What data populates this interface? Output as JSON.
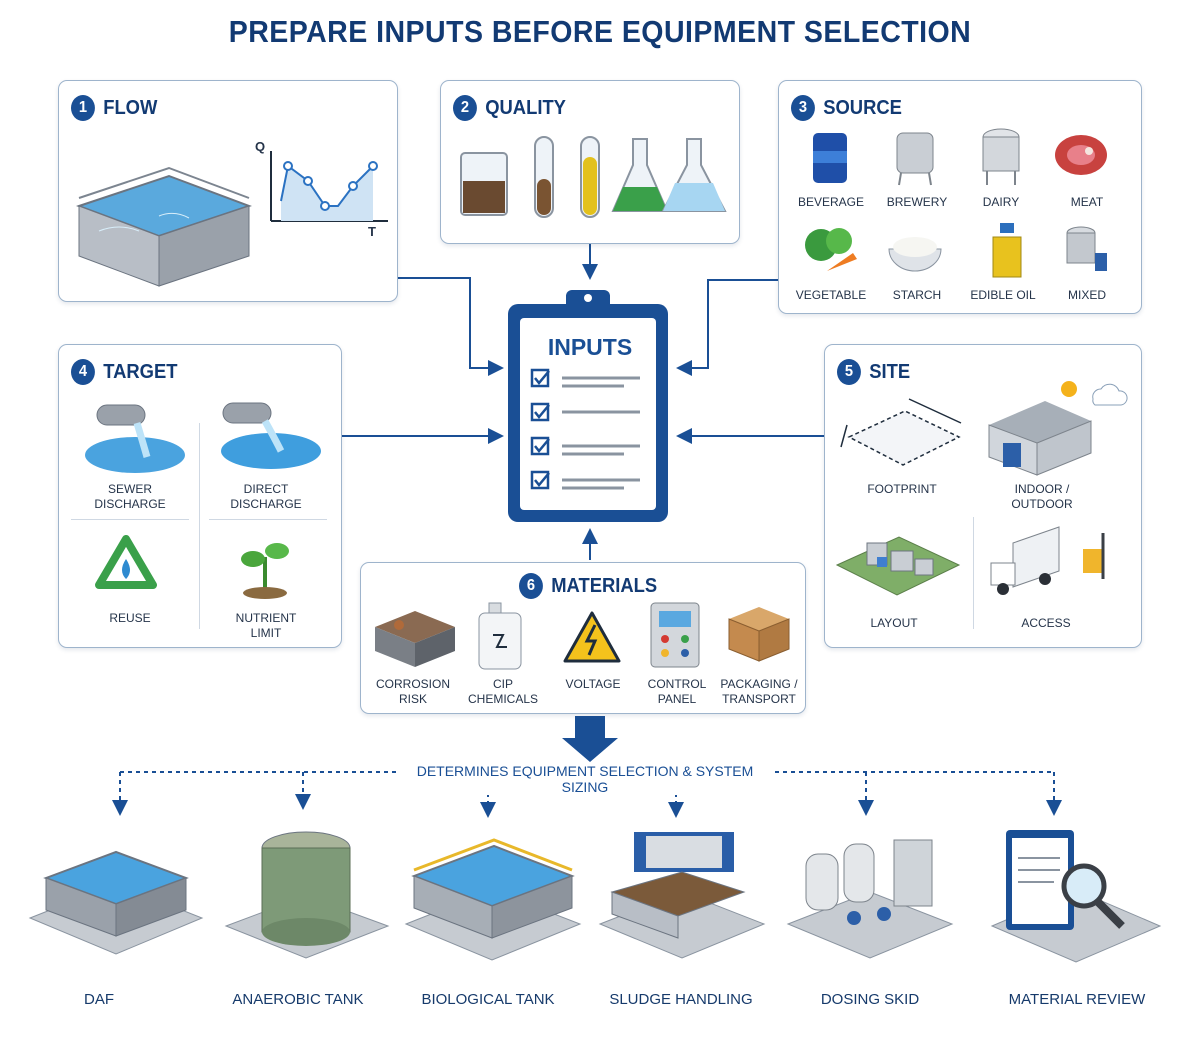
{
  "title": "PREPARE INPUTS BEFORE EQUIPMENT SELECTION",
  "colors": {
    "navy": "#123a73",
    "accent": "#1a4f95",
    "border": "#9eb4cc",
    "water": "#4aa3df",
    "green": "#3aa04a"
  },
  "panels": {
    "flow": {
      "num": "1",
      "label": "FLOW",
      "axis_q": "Q",
      "axis_t": "t"
    },
    "quality": {
      "num": "2",
      "label": "QUALITY"
    },
    "source": {
      "num": "3",
      "label": "SOURCE",
      "items": [
        "BEVERAGE",
        "BREWERY",
        "DAIRY",
        "MEAT",
        "VEGETABLE",
        "STARCH",
        "EDIBLE OIL",
        "MIXED"
      ]
    },
    "target": {
      "num": "4",
      "label": "TARGET",
      "items": [
        "SEWER\nDISCHARGE",
        "DIRECT\nDISCHARGE",
        "REUSE",
        "NUTRIENT\nLIMIT"
      ]
    },
    "site": {
      "num": "5",
      "label": "SITE",
      "items": [
        "FOOTPRINT",
        "INDOOR /\nOUTDOOR",
        "LAYOUT",
        "ACCESS"
      ]
    },
    "materials": {
      "num": "6",
      "label": "MATERIALS",
      "items": [
        "CORROSION\nRISK",
        "CIP\nCHEMICALS",
        "VOLTAGE",
        "CONTROL\nPANEL",
        "PACKAGING /\nTRANSPORT"
      ]
    }
  },
  "inputs": {
    "label": "INPUTS"
  },
  "determines": "DETERMINES EQUIPMENT SELECTION & SYSTEM SIZING",
  "equipment": [
    "DAF",
    "ANAEROBIC TANK",
    "BIOLOGICAL TANK",
    "SLUDGE HANDLING",
    "DOSING SKID",
    "MATERIAL REVIEW"
  ],
  "icons": {
    "flow": "tank-with-flow-chart",
    "quality": [
      "beaker-icon",
      "test-tube-brown-icon",
      "test-tube-yellow-icon",
      "flask-green-icon",
      "flask-clear-icon"
    ],
    "inputs": "clipboard-checklist-icon"
  }
}
